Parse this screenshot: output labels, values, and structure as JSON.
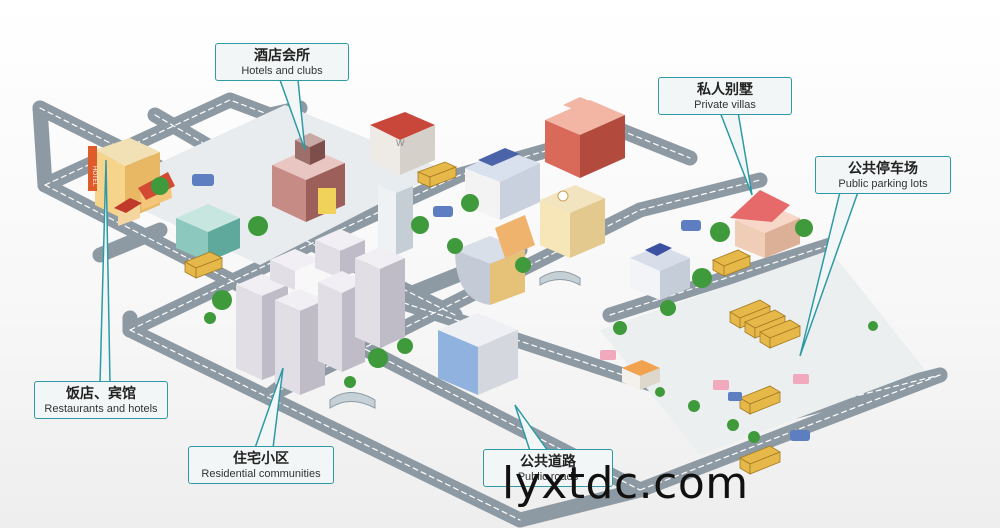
{
  "callouts": {
    "hotels_clubs": {
      "cn": "酒店会所",
      "en": "Hotels and clubs"
    },
    "private_villas": {
      "cn": "私人别墅",
      "en": "Private villas"
    },
    "parking": {
      "cn": "公共停车场",
      "en": "Public parking lots"
    },
    "restaurants": {
      "cn": "饭店、宾馆",
      "en": "Restaurants and hotels"
    },
    "residential": {
      "cn": "住宅小区",
      "en": "Residential communities"
    },
    "public_roads": {
      "cn": "公共道路",
      "en": "Public roads"
    }
  },
  "hotel_sign": "HOTEL",
  "watermark": "lyxtdc.com",
  "colors": {
    "road": "#8e9aa3",
    "road_line": "#ffffff",
    "accent": "#2d9aa5",
    "tree": "#3f9a3c"
  }
}
